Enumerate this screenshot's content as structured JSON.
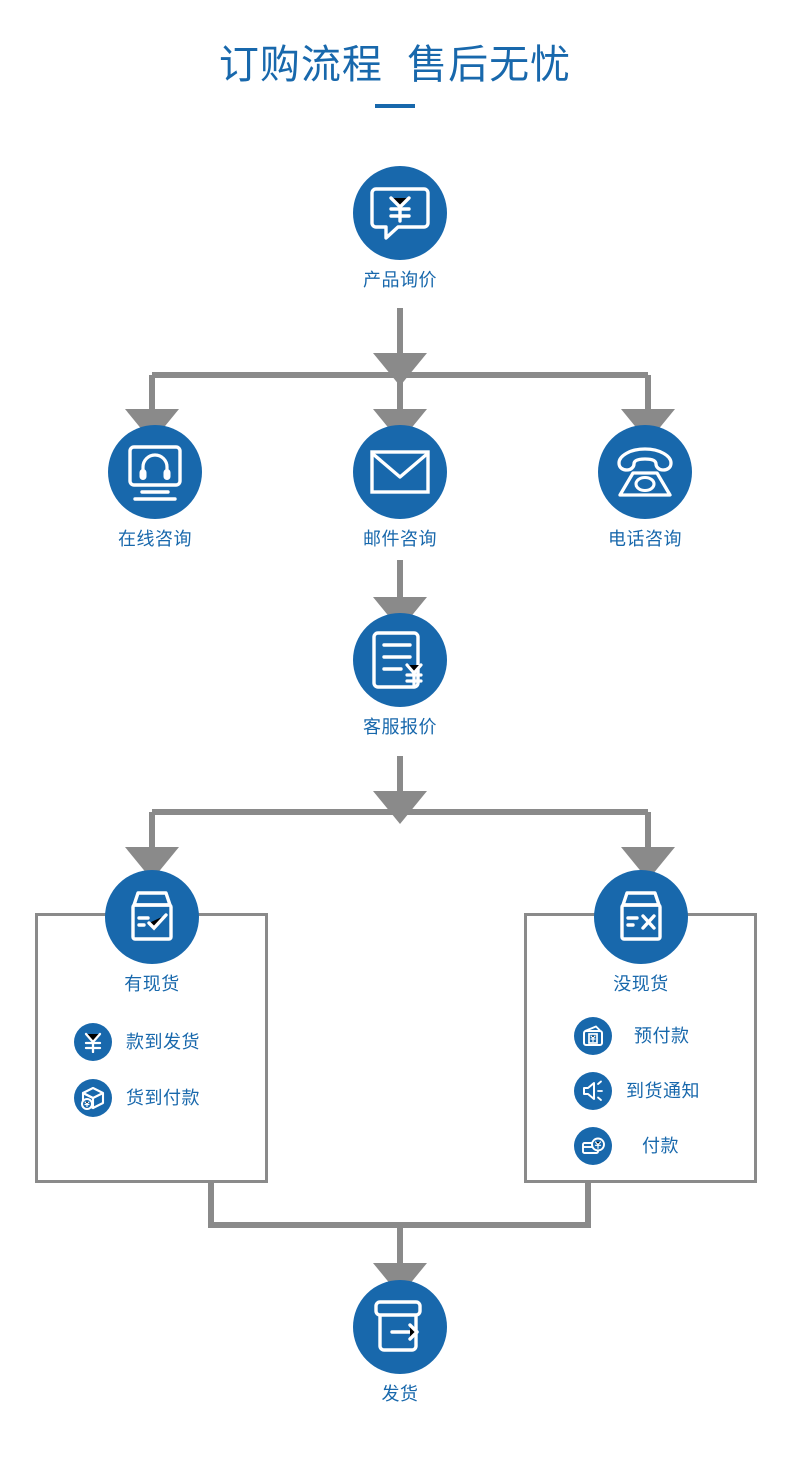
{
  "title": {
    "text": "订购流程  售后无忧",
    "accent_color": "#1868ac"
  },
  "colors": {
    "node_blue": "#1868ac",
    "label_blue": "#1868ac",
    "connector_gray": "#8a8a8a",
    "background": "#ffffff"
  },
  "flow": {
    "start": {
      "label": "产品询价",
      "icon": "speech-bubble-yen-icon"
    },
    "contact_methods": [
      {
        "label": "在线咨询",
        "icon": "monitor-headset-icon"
      },
      {
        "label": "邮件咨询",
        "icon": "envelope-icon"
      },
      {
        "label": "电话咨询",
        "icon": "telephone-icon"
      }
    ],
    "quote": {
      "label": "客服报价",
      "icon": "document-yen-icon"
    },
    "branches": [
      {
        "label": "有现货",
        "icon": "box-check-icon",
        "options": [
          {
            "label": "款到发货",
            "icon": "yen-circle-icon"
          },
          {
            "label": "货到付款",
            "icon": "parcel-yen-icon"
          }
        ]
      },
      {
        "label": "没现货",
        "icon": "box-cross-icon",
        "options": [
          {
            "label": "预付款",
            "icon": "wallet-yen-icon"
          },
          {
            "label": "到货通知",
            "icon": "speaker-notify-icon"
          },
          {
            "label": "付款",
            "icon": "card-yen-icon"
          }
        ]
      }
    ],
    "end": {
      "label": "发货",
      "icon": "box-arrow-out-icon"
    }
  }
}
